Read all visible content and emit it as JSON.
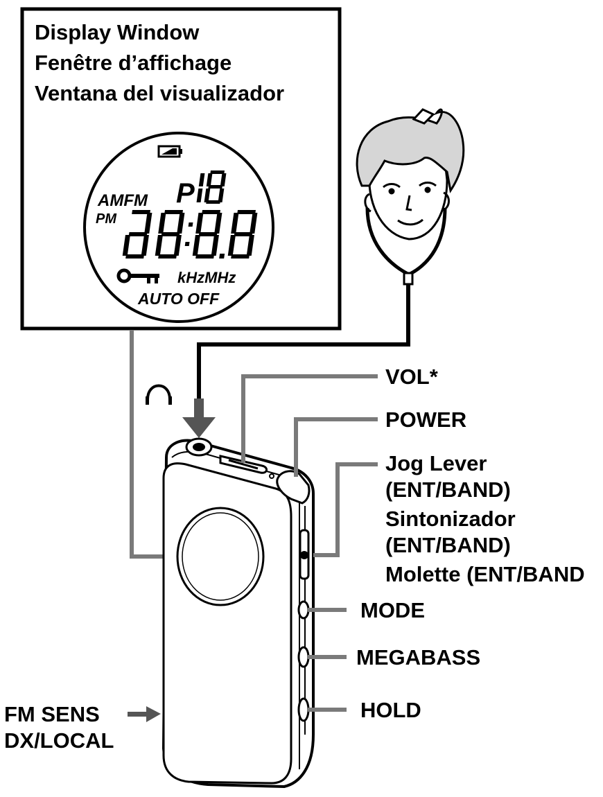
{
  "display_window": {
    "captions": [
      "Display Window",
      "Fenêtre d’affichage",
      "Ventana del visualizador"
    ],
    "lcd": {
      "band_label": "AMFM",
      "preset_label": "P",
      "preset_digits": "18",
      "ampm_label": "PM",
      "main_digits": "88:8.8",
      "unit_label": "kHzMHz",
      "auto_off_label": "AUTO OFF",
      "icons": [
        "battery-icon",
        "key-icon"
      ]
    }
  },
  "labels": {
    "vol": "VOL*",
    "power": "POWER",
    "jog_lines": [
      "Jog Lever",
      "(ENT/BAND)",
      "Sintonizador",
      "(ENT/BAND)",
      "Molette (ENT/BAND"
    ],
    "mode": "MODE",
    "megabass": "MEGABASS",
    "hold": "HOLD",
    "fm_sens_lines": [
      "FM SENS",
      "DX/LOCAL"
    ]
  },
  "icons": [
    "headphones-icon",
    "arrow-down-icon",
    "arrow-right-icon"
  ]
}
